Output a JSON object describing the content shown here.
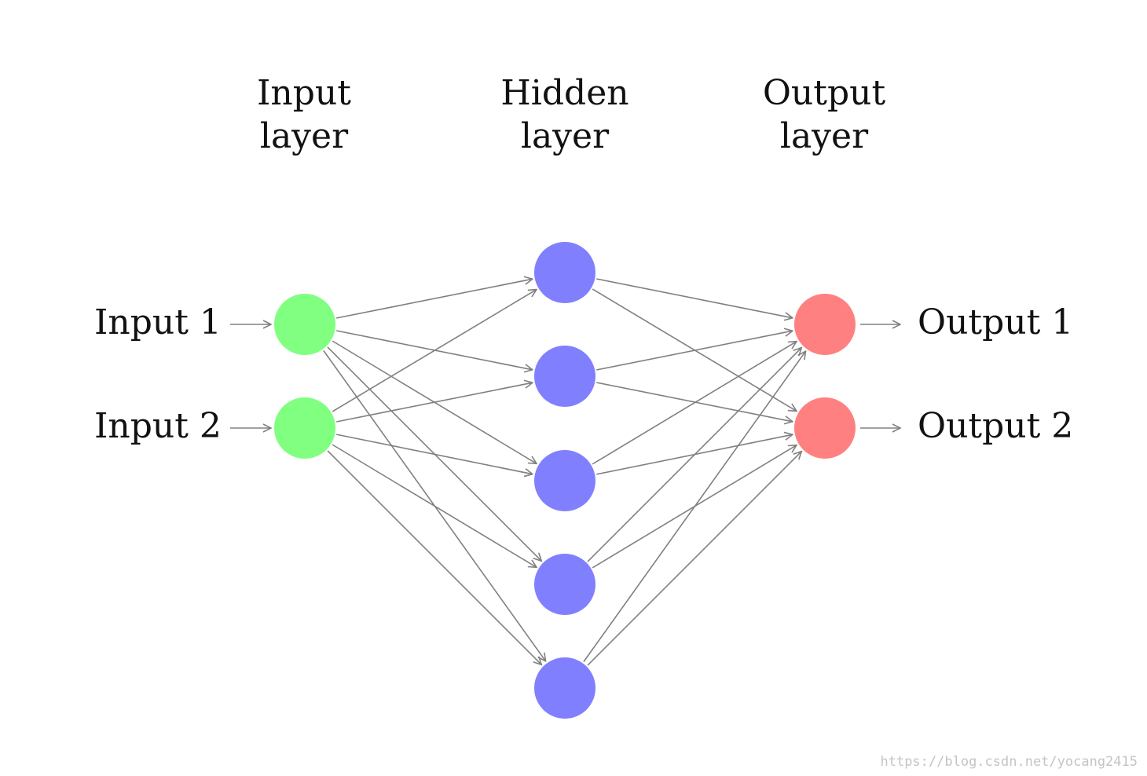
{
  "layer_titles": [
    {
      "line1": "Input",
      "line2": "layer"
    },
    {
      "line1": "Hidden",
      "line2": "layer"
    },
    {
      "line1": "Output",
      "line2": "layer"
    }
  ],
  "inputs": [
    "Input 1",
    "Input 2"
  ],
  "outputs": [
    "Output 1",
    "Output 2"
  ],
  "network": {
    "input_count": 2,
    "hidden_count": 5,
    "output_count": 2,
    "fully_connected": true
  },
  "colors": {
    "input_node": "#80ff80",
    "hidden_node": "#8080ff",
    "output_node": "#ff8080",
    "edge": "#808080"
  },
  "watermark": "https://blog.csdn.net/yocang2415"
}
